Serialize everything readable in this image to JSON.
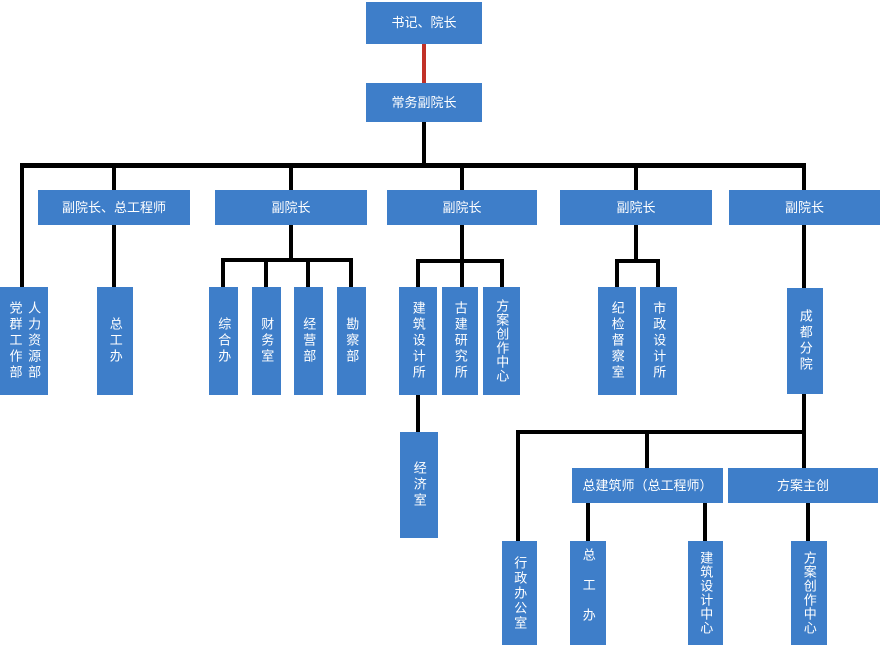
{
  "diagram": {
    "type": "org-chart",
    "background": "#ffffff",
    "colors": {
      "node_fill": "#3E7EC9",
      "node_text": "#ffffff",
      "connector": "#000000",
      "top_connector_red": "#C13127"
    },
    "nodes": {
      "secretary_dean": "书记、院长",
      "executive_vice_dean": "常务副院长",
      "vice_dean_chief_engineer": "副院长、总工程师",
      "vice_dean_2": "副院长",
      "vice_dean_3": "副院长",
      "vice_dean_4": "副院长",
      "vice_dean_5": "副院长",
      "party_mass_dept": "党群工作部",
      "hr_dept": "人力资源部",
      "chief_engineer_office": "总工办",
      "general_office": "综合办",
      "finance_office": "财务室",
      "operations_dept": "经营部",
      "survey_dept": "勘察部",
      "architecture_design_institute": "建筑设计所",
      "ancient_building_research": "古建研究所",
      "scheme_creation_center": "方案创作中心",
      "economy_office": "经济室",
      "discipline_inspection_office": "纪检督察室",
      "municipal_design_institute": "市政设计所",
      "chengdu_branch": "成都分院",
      "admin_office": "行政办公室",
      "chief_architect": "总建筑师（总工程师）",
      "scheme_lead": "方案主创",
      "branch_chief_engineer_office": "总工办",
      "architecture_design_center": "建筑设计中心",
      "branch_scheme_creation_center": "方案创作中心"
    },
    "edges": [
      {
        "from": "secretary_dean",
        "to": "executive_vice_dean",
        "style": "red"
      },
      {
        "from": "executive_vice_dean",
        "to": "party_mass_dept_hr_dept"
      },
      {
        "from": "executive_vice_dean",
        "to": "vice_dean_chief_engineer"
      },
      {
        "from": "executive_vice_dean",
        "to": "vice_dean_2"
      },
      {
        "from": "executive_vice_dean",
        "to": "vice_dean_3"
      },
      {
        "from": "executive_vice_dean",
        "to": "vice_dean_4"
      },
      {
        "from": "executive_vice_dean",
        "to": "vice_dean_5"
      },
      {
        "from": "vice_dean_chief_engineer",
        "to": "chief_engineer_office"
      },
      {
        "from": "vice_dean_2",
        "to": "general_office"
      },
      {
        "from": "vice_dean_2",
        "to": "finance_office"
      },
      {
        "from": "vice_dean_2",
        "to": "operations_dept"
      },
      {
        "from": "vice_dean_2",
        "to": "survey_dept"
      },
      {
        "from": "vice_dean_3",
        "to": "architecture_design_institute"
      },
      {
        "from": "vice_dean_3",
        "to": "ancient_building_research"
      },
      {
        "from": "vice_dean_3",
        "to": "scheme_creation_center"
      },
      {
        "from": "architecture_design_institute",
        "to": "economy_office"
      },
      {
        "from": "vice_dean_4",
        "to": "discipline_inspection_office"
      },
      {
        "from": "vice_dean_4",
        "to": "municipal_design_institute"
      },
      {
        "from": "vice_dean_5",
        "to": "chengdu_branch"
      },
      {
        "from": "chengdu_branch",
        "to": "admin_office"
      },
      {
        "from": "chengdu_branch",
        "to": "chief_architect"
      },
      {
        "from": "chengdu_branch",
        "to": "scheme_lead"
      },
      {
        "from": "chief_architect",
        "to": "branch_chief_engineer_office"
      },
      {
        "from": "chief_architect",
        "to": "architecture_design_center"
      },
      {
        "from": "scheme_lead",
        "to": "branch_scheme_creation_center"
      }
    ]
  }
}
